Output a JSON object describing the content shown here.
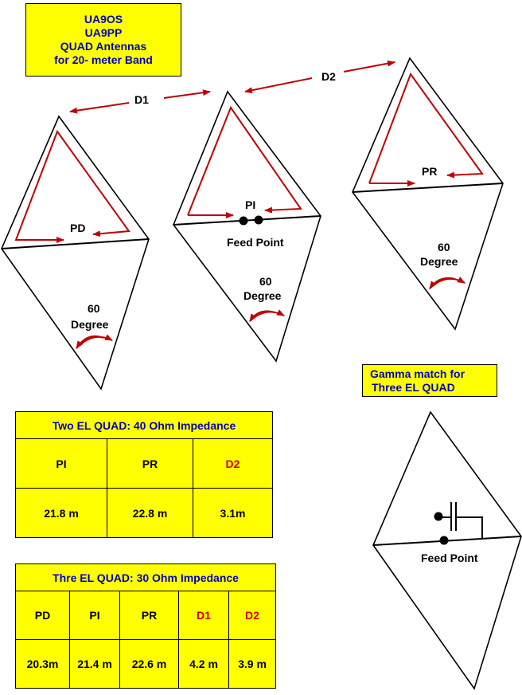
{
  "title": {
    "line1": "UA9OS",
    "line2": "UA9PP",
    "line3": "QUAD Antennas",
    "line4": "for 20- meter Band"
  },
  "labels": {
    "d1": "D1",
    "d2": "D2",
    "pd": "PD",
    "pi": "PI",
    "pr": "PR",
    "feed_point": "Feed Point",
    "angle_num": "60",
    "angle_unit": "Degree"
  },
  "gamma": {
    "line1": "Gamma match for",
    "line2": "Three EL QUAD",
    "feed_point": "Feed Point"
  },
  "table_two": {
    "caption": "Two EL QUAD: 40 Ohm Impedance",
    "headers": [
      "PI",
      "PR",
      "D2"
    ],
    "values": [
      "21.8 m",
      "22.8 m",
      "3.1m"
    ]
  },
  "table_three": {
    "caption": "Thre EL QUAD: 30 Ohm Impedance",
    "headers": [
      "PD",
      "PI",
      "PR",
      "D1",
      "D2"
    ],
    "values": [
      "20.3m",
      "21.4 m",
      "22.6 m",
      "4.2 m",
      "3.9 m"
    ]
  },
  "colors": {
    "panel": "#ffff00",
    "caption_text": "#0000c0",
    "arrow_red": "#c00000",
    "outline": "#000000"
  }
}
